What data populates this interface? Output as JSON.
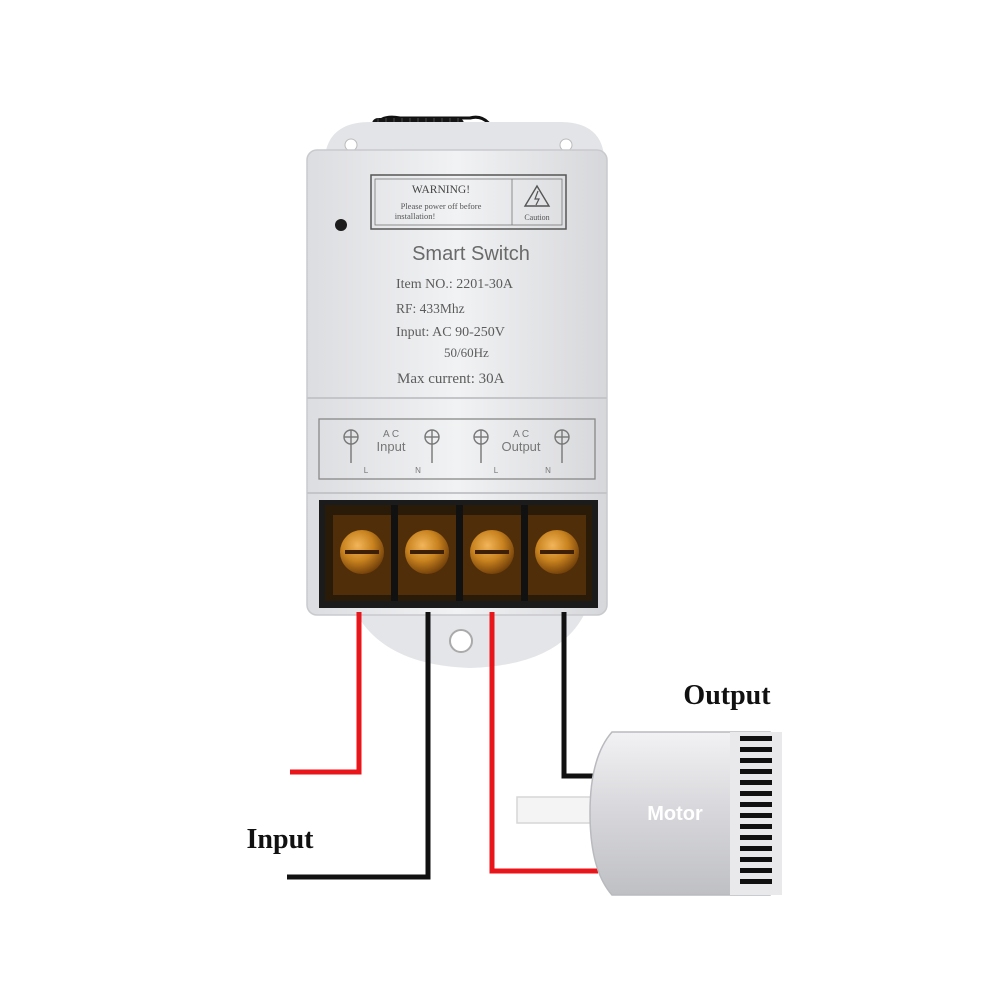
{
  "device": {
    "warning": {
      "title": "WARNING!",
      "line1": "Please power off before",
      "line2": "installation!",
      "caution": "Caution"
    },
    "title": "Smart Switch",
    "item_no": "Item NO.: 2201-30A",
    "rf": "RF: 433Mhz",
    "input": "Input: AC 90-250V",
    "freq": "50/60Hz",
    "max_current": "Max current: 30A",
    "terminals": {
      "input_ac": "A C",
      "input_label": "Input",
      "output_ac": "A C",
      "output_label": "Output",
      "l": "L",
      "n": "N"
    }
  },
  "labels": {
    "input": "Input",
    "output": "Output",
    "motor": "Motor"
  },
  "colors": {
    "live_wire": "#e8151b",
    "neutral_wire": "#111111",
    "housing": "#ecedef",
    "terminal_block": "#1b1b1b",
    "terminal_screw": "#c9831f"
  }
}
